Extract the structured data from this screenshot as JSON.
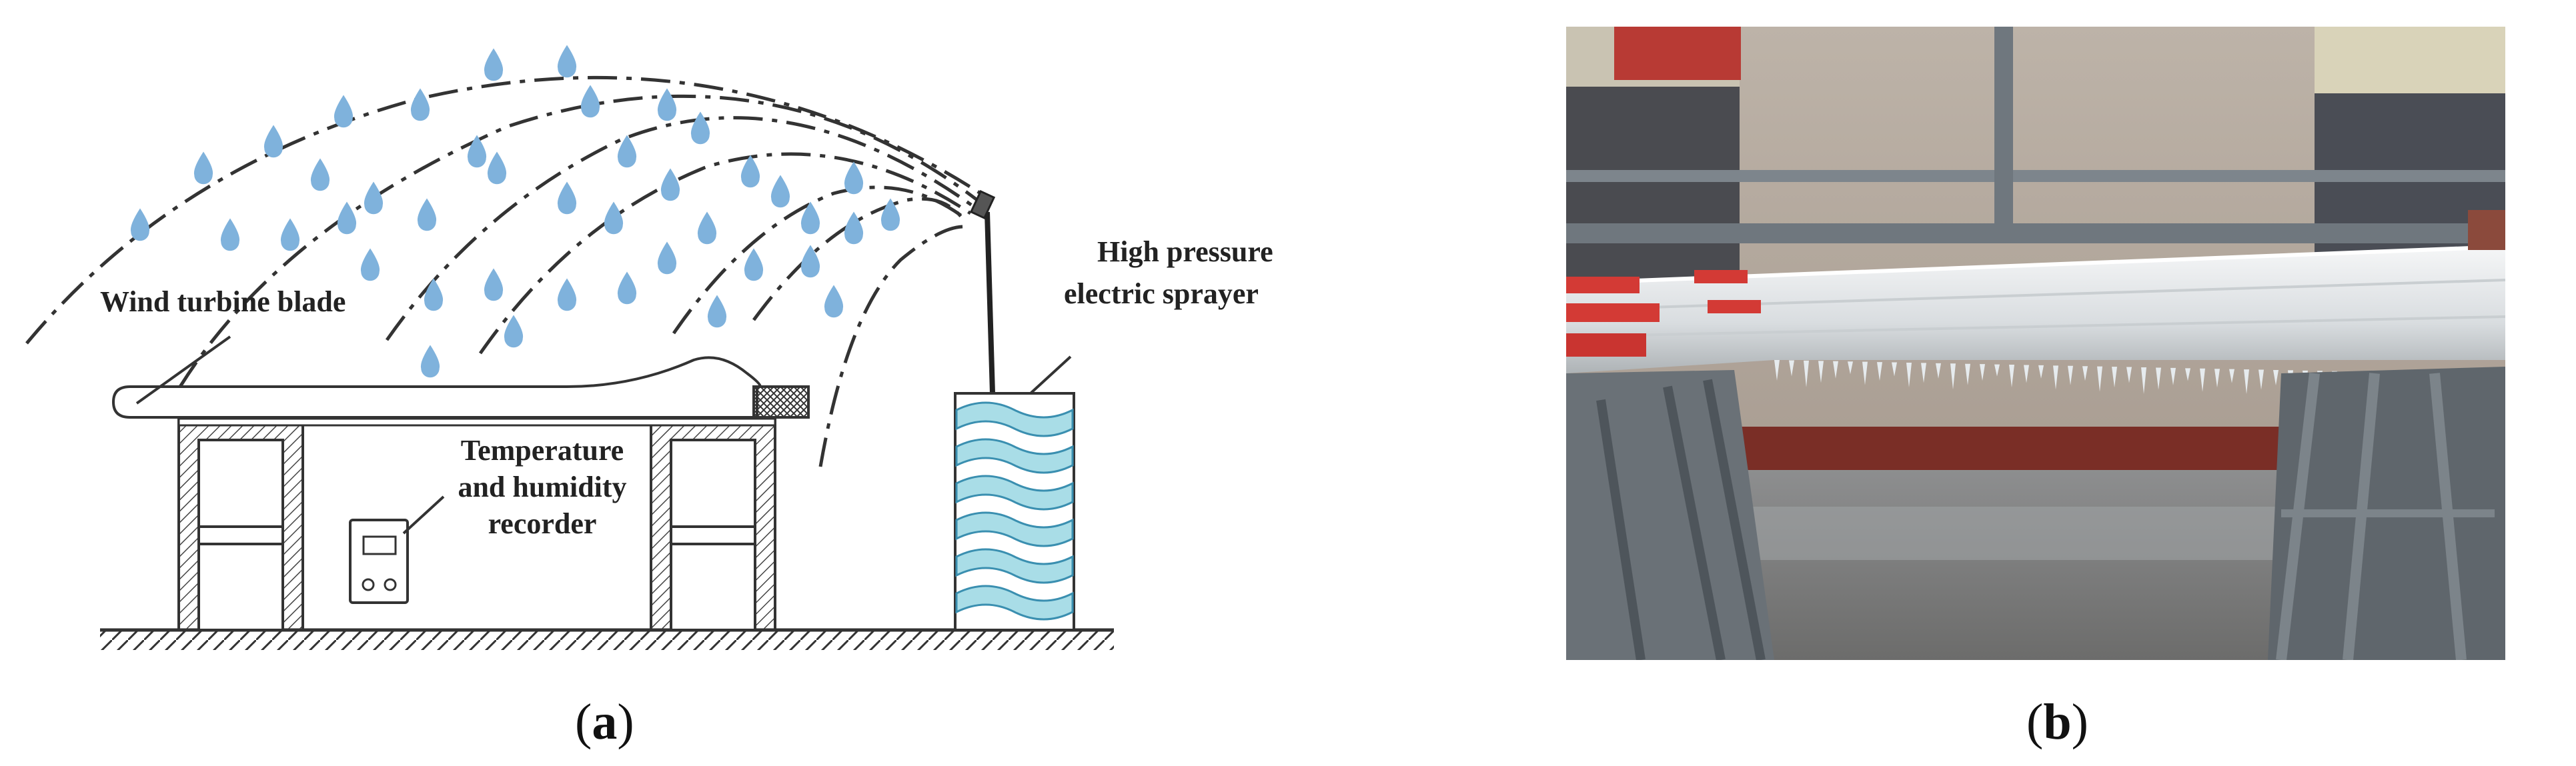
{
  "panel_a": {
    "caption_open": "(",
    "caption_letter": "a",
    "caption_close": ")",
    "label_blade": "Wind turbine blade",
    "label_recorder_1": "Temperature",
    "label_recorder_2": "and humidity",
    "label_recorder_3": "recorder",
    "label_sprayer_1": "High pressure",
    "label_sprayer_2": "electric sprayer",
    "droplet_color": "#7fb2dc",
    "water_color": "#a9dde7",
    "wave_color": "#3a8fb0"
  },
  "panel_b": {
    "caption_open": "(",
    "caption_letter": "b",
    "caption_close": ")"
  }
}
